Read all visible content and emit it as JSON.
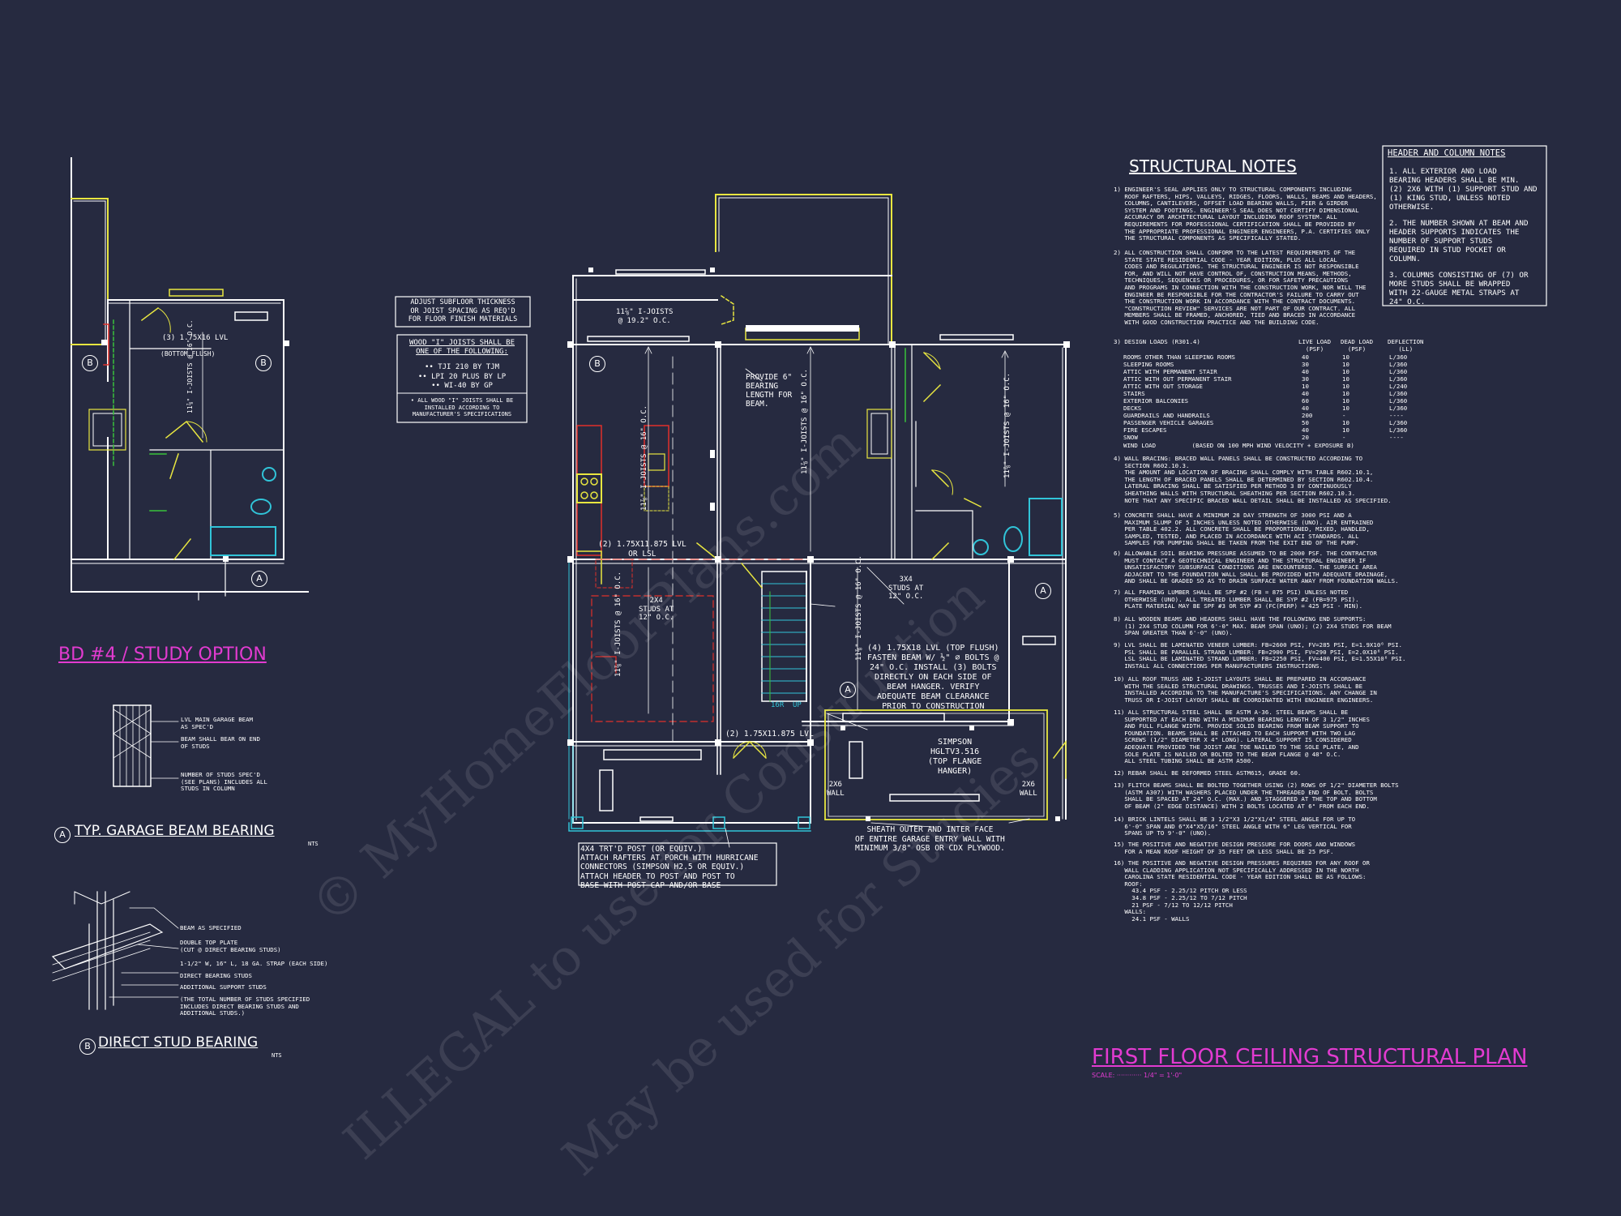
{
  "colors": {
    "background": "#262a40",
    "wall": "#ffffff",
    "accent_yellow": "#e8e640",
    "magenta": "#e23bd0",
    "cyan": "#31c4d8",
    "red": "#e0302a",
    "green": "#39c23a"
  },
  "watermark": {
    "line1": "© MyHomeFloorPlans.com",
    "line2": "ILLEGAL to use for Construction",
    "line3": "May be used for Studies"
  },
  "left_plan": {
    "beam_label": "(3) 1.75x16 LVL",
    "beam_sub": "(BOTTOM FLUSH)",
    "joist_label": "11⅞\" I-JOISTS @ 16\" O.C.",
    "tag_b1": "B",
    "tag_b2": "B",
    "tag_a": "A",
    "title": "BD #4 / STUDY OPTION"
  },
  "detail_a": {
    "note1": "LVL MAIN GARAGE BEAM\nAS SPEC'D",
    "note2": "BEAM SHALL BEAR ON END\nOF STUDS",
    "note3": "NUMBER OF STUDS SPEC'D\n(SEE PLANS) INCLUDES ALL\nSTUDS IN COLUMN",
    "tag": "A",
    "title": "TYP. GARAGE BEAM BEARING",
    "nts": "NTS"
  },
  "detail_b": {
    "note1": "BEAM AS SPECIFIED",
    "note2": "DOUBLE TOP PLATE\n(CUT @ DIRECT BEARING STUDS)",
    "note3": "1-1/2\" W, 16\" L, 18 GA. STRAP (EACH SIDE)",
    "note4": "DIRECT BEARING STUDS",
    "note5": "ADDITIONAL SUPPORT STUDS",
    "note6": "(THE TOTAL NUMBER OF STUDS SPECIFIED\nINCLUDES DIRECT BEARING STUDS AND\nADDITIONAL STUDS.)",
    "tag": "B",
    "title": "DIRECT STUD BEARING",
    "nts": "NTS"
  },
  "subfloor_box": "ADJUST SUBFLOOR THICKNESS\nOR JOIST SPACING AS REQ'D\nFOR FLOOR FINISH MATERIALS",
  "joist_box": {
    "head": "WOOD \"I\" JOISTS SHALL BE\nONE OF THE FOLLOWING:",
    "items": "•• TJI 210 BY TJM\n•• LPI 20 PLUS BY LP\n•• WI-40 BY GP",
    "foot": "• ALL WOOD \"I\" JOISTS SHALL BE\nINSTALLED ACCORDING TO\nMANUFACTURER'S SPECIFICATIONS"
  },
  "main_plan": {
    "joist_top": "11⅞\" I-JOISTS\n@ 19.2\" O.C.",
    "provide_bearing": "PROVIDE 6\"\nBEARING\nLENGTH FOR\nBEAM.",
    "joist_v1": "11⅞\" I-JOISTS @ 16\" O.C.",
    "joist_v2": "11⅞\" I-JOISTS @ 16\" O.C.",
    "joist_v3": "11⅞\" I-JOISTS @ 16\" O.C.",
    "joist_v4": "11⅞\" I-JOISTS @ 16\" O.C.",
    "joist_v5": "11⅞\" I-JOISTS @ 16\" O.C.",
    "beam_2lvl": "(2) 1.75x11.875 LVL\nOR LSL",
    "studs1": "2X4\nSTUDS AT\n12\" O.C.",
    "studs2": "3X4\nSTUDS AT\n12\" O.C.",
    "beam_4lvl": "(4) 1.75x18 LVL (TOP FLUSH)\nFASTEN BEAM w/ ½\" ⌀ BOLTS @\n24\" O.C. INSTALL (3) BOLTS\nDIRECTLY ON EACH SIDE OF\nBEAM HANGER. VERIFY\nADEQUATE BEAM CLEARANCE\nPRIOR TO CONSTRUCTION",
    "beam_2lvl_b": "(2) 1.75x11.875 LVL",
    "simpson": "SIMPSON\nHGLTV3.516\n(TOP FLANGE\nHANGER)",
    "wall_l": "2x6\nWALL",
    "wall_r": "2x6\nWALL",
    "post_note": "4x4 TRT'D POST (OR EQUIV.)\nATTACH RAFTERS AT PORCH WITH HURRICANE\nCONNECTORS (SIMPSON H2.5 OR EQUIV.)\nATTACH HEADER TO POST AND POST TO\nBASE WITH POST CAP AND/OR BASE",
    "sheath_note": "SHEATH OUTER AND INTER FACE\nOF ENTIRE GARAGE ENTRY WALL WITH\nMINIMUM 3/8\" OSB OR CDX PLYWOOD.",
    "tag_b": "B",
    "tag_a1": "A",
    "tag_a2": "A",
    "stair_up": "UP",
    "stair_num": "16R",
    "title": "FIRST FLOOR CEILING STRUCTURAL PLAN",
    "scale": "SCALE: ············ 1/4\" = 1'-0\""
  },
  "structural_notes": {
    "title": "STRUCTURAL NOTES",
    "n1": "1) ENGINEER'S SEAL APPLIES ONLY TO STRUCTURAL COMPONENTS INCLUDING\n   ROOF RAFTERS, HIPS, VALLEYS, RIDGES, FLOORS, WALLS, BEAMS AND HEADERS,\n   COLUMNS, CANTILEVERS, OFFSET LOAD BEARING WALLS, PIER & GIRDER\n   SYSTEM AND FOOTINGS. ENGINEER'S SEAL DOES NOT CERTIFY DIMENSIONAL\n   ACCURACY OR ARCHITECTURAL LAYOUT INCLUDING ROOF SYSTEM. ALL\n   REQUIREMENTS FOR PROFESSIONAL CERTIFICATION SHALL BE PROVIDED BY\n   THE APPROPRIATE PROFESSIONAL ENGINEER ENGINEERS, P.A. CERTIFIES ONLY\n   THE STRUCTURAL COMPONENTS AS SPECIFICALLY STATED.",
    "n2": "2) ALL CONSTRUCTION SHALL CONFORM TO THE LATEST REQUIREMENTS OF THE\n   STATE STATE RESIDENTIAL CODE - YEAR EDITION, PLUS ALL LOCAL\n   CODES AND REGULATIONS. THE STRUCTURAL ENGINEER IS NOT RESPONSIBLE\n   FOR, AND WILL NOT HAVE CONTROL OF, CONSTRUCTION MEANS, METHODS,\n   TECHNIQUES, SEQUENCES OR PROCEDURES, OR FOR SAFETY PRECAUTIONS\n   AND PROGRAMS IN CONNECTION WITH THE CONSTRUCTION WORK, NOR WILL THE\n   ENGINEER BE RESPONSIBLE FOR THE CONTRACTOR'S FAILURE TO CARRY OUT\n   THE CONSTRUCTION WORK IN ACCORDANCE WITH THE CONTRACT DOCUMENTS.\n   \"CONSTRUCTION REVIEW\" SERVICES ARE NOT PART OF OUR CONTRACT. ALL\n   MEMBERS SHALL BE FRAMED, ANCHORED, TIED AND BRACED IN ACCORDANCE\n   WITH GOOD CONSTRUCTION PRACTICE AND THE BUILDING CODE.",
    "loads_head": "3) DESIGN LOADS (R301.4)",
    "loads_cols": [
      "LIVE LOAD\n(PSF)",
      "DEAD LOAD\n(PSF)",
      "DEFLECTION\n(LL)"
    ],
    "loads": [
      [
        "ROOMS OTHER THAN SLEEPING ROOMS",
        "40",
        "10",
        "L/360"
      ],
      [
        "SLEEPING ROOMS",
        "30",
        "10",
        "L/360"
      ],
      [
        "ATTIC WITH PERMANENT STAIR",
        "40",
        "10",
        "L/360"
      ],
      [
        "ATTIC WITH OUT PERMANENT STAIR",
        "30",
        "10",
        "L/360"
      ],
      [
        "ATTIC WITH OUT STORAGE",
        "10",
        "10",
        "L/240"
      ],
      [
        "STAIRS",
        "40",
        "10",
        "L/360"
      ],
      [
        "EXTERIOR BALCONIES",
        "60",
        "10",
        "L/360"
      ],
      [
        "DECKS",
        "40",
        "10",
        "L/360"
      ],
      [
        "GUARDRAILS AND HANDRAILS",
        "200",
        "-",
        "----"
      ],
      [
        "PASSENGER VEHICLE GARAGES",
        "50",
        "10",
        "L/360"
      ],
      [
        "FIRE ESCAPES",
        "40",
        "10",
        "L/360"
      ],
      [
        "SNOW",
        "20",
        "-",
        "----"
      ]
    ],
    "wind": "WIND LOAD          (BASED ON 100 MPH WIND VELOCITY + EXPOSURE B)",
    "n4": "4) WALL BRACING: BRACED WALL PANELS SHALL BE CONSTRUCTED ACCORDING TO\n   SECTION R602.10.3.\n   THE AMOUNT AND LOCATION OF BRACING SHALL COMPLY WITH TABLE R602.10.1,\n   THE LENGTH OF BRACED PANELS SHALL BE DETERMINED BY SECTION R602.10.4.\n   LATERAL BRACING SHALL BE SATISFIED PER METHOD 3 BY CONTINUOUSLY\n   SHEATHING WALLS WITH STRUCTURAL SHEATHING PER SECTION R602.10.3.\n   NOTE THAT ANY SPECIFIC BRACED WALL DETAIL SHALL BE INSTALLED AS SPECIFIED.",
    "n5": "5) CONCRETE SHALL HAVE A MINIMUM 28 DAY STRENGTH OF 3000 PSI AND A\n   MAXIMUM SLUMP OF 5 INCHES UNLESS NOTED OTHERWISE (UNO). AIR ENTRAINED\n   PER TABLE 402.2. ALL CONCRETE SHALL BE PROPORTIONED, MIXED, HANDLED,\n   SAMPLED, TESTED, AND PLACED IN ACCORDANCE WITH ACI STANDARDS. ALL\n   SAMPLES FOR PUMPING SHALL BE TAKEN FROM THE EXIT END OF THE PUMP.",
    "n6": "6) ALLOWABLE SOIL BEARING PRESSURE ASSUMED TO BE 2000 PSF. THE CONTRACTOR\n   MUST CONTACT A GEOTECHNICAL ENGINEER AND THE STRUCTURAL ENGINEER IF\n   UNSATISFACTORY SUBSURFACE CONDITIONS ARE ENCOUNTERED. THE SURFACE AREA\n   ADJACENT TO THE FOUNDATION WALL SHALL BE PROVIDED WITH ADEQUATE DRAINAGE,\n   AND SHALL BE GRADED SO AS TO DRAIN SURFACE WATER AWAY FROM FOUNDATION WALLS.",
    "n7": "7) ALL FRAMING LUMBER SHALL BE SPF #2 (Fb = 875 PSI) UNLESS NOTED\n   OTHERWISE (UNO). ALL TREATED LUMBER SHALL BE SYP #2 (Fb=975 PSI).\n   PLATE MATERIAL MAY BE SPF #3 OR SYP #3 (Fc(perp) = 425 PSI - MIN).",
    "n8": "8) ALL WOODEN BEAMS AND HEADERS SHALL HAVE THE FOLLOWING END SUPPORTS:\n   (1) 2x4 STUD COLUMN FOR 6'-0\" MAX. BEAM SPAN (UNO); (2) 2x4 STUDS FOR BEAM\n   SPAN GREATER THAN 6'-0\" (UNO).",
    "n9": "9) LVL SHALL BE LAMINATED VENEER LUMBER: Fb=2600 PSI, Fv=285 PSI, E=1.9x10⁶ PSI.\n   PSL SHALL BE PARALLEL STRAND LUMBER: Fb=2900 PSI, Fv=290 PSI, E=2.0x10⁶ PSI.\n   LSL SHALL BE LAMINATED STRAND LUMBER: Fb=2250 PSI, Fv=400 PSI, E=1.55x10⁶ PSI.\n   INSTALL ALL CONNECTIONS PER MANUFACTURERS INSTRUCTIONS.",
    "n10": "10) ALL ROOF TRUSS AND I-JOIST LAYOUTS SHALL BE PREPARED IN ACCORDANCE\n   WITH THE SEALED STRUCTURAL DRAWINGS. TRUSSES AND I-JOISTS SHALL BE\n   INSTALLED ACCORDING TO THE MANUFACTURE'S SPECIFICATIONS. ANY CHANGE IN\n   TRUSS OR I-JOIST LAYOUT SHALL BE COORDINATED WITH ENGINEER ENGINEERS.",
    "n11": "11) ALL STRUCTURAL STEEL SHALL BE ASTM A-36. STEEL BEAMS SHALL BE\n   SUPPORTED AT EACH END WITH A MINIMUM BEARING LENGTH OF 3 1/2\" INCHES\n   AND FULL FLANGE WIDTH. PROVIDE SOLID BEARING FROM BEAM SUPPORT TO\n   FOUNDATION. BEAMS SHALL BE ATTACHED TO EACH SUPPORT WITH TWO LAG\n   SCREWS (1/2\" DIAMETER x 4\" LONG). LATERAL SUPPORT IS CONSIDERED\n   ADEQUATE PROVIDED THE JOIST ARE TOE NAILED TO THE SOLE PLATE, AND\n   SOLE PLATE IS NAILED OR BOLTED TO THE BEAM FLANGE @ 48\" O.C.\n   ALL STEEL TUBING SHALL BE ASTM A500.",
    "n12": "12) REBAR SHALL BE DEFORMED STEEL ASTM615, GRADE 60.",
    "n13": "13) FLITCH BEAMS SHALL BE BOLTED TOGETHER USING (2) ROWS OF 1/2\" DIAMETER BOLTS\n   (ASTM A307) WITH WASHERS PLACED UNDER THE THREADED END OF BOLT. BOLTS\n   SHALL BE SPACED AT 24\" O.C. (MAX.) AND STAGGERED AT THE TOP AND BOTTOM\n   OF BEAM (2\" EDGE DISTANCE) WITH 2 BOLTS LOCATED AT 6\" FROM EACH END.",
    "n14": "14) BRICK LINTELS SHALL BE 3 1/2\"x3 1/2\"x1/4\" STEEL ANGLE FOR UP TO\n   6'-0\" SPAN AND 6\"x4\"x5/16\" STEEL ANGLE WITH 6\" LEG VERTICAL FOR\n   SPANS UP TO 9'-0\" (UNO).",
    "n15": "15) THE POSITIVE AND NEGATIVE DESIGN PRESSURE FOR DOORS AND WINDOWS\n   FOR A MEAN ROOF HEIGHT OF 35 FEET OR LESS SHALL BE 25 PSF.",
    "n16": "16) THE POSITIVE AND NEGATIVE DESIGN PRESSURES REQUIRED FOR ANY ROOF OR\n   WALL CLADDING APPLICATION NOT SPECIFICALLY ADDRESSED IN THE NORTH\n   CAROLINA STATE RESIDENTIAL CODE - YEAR EDITION SHALL BE AS FOLLOWS:\n   ROOF:\n     43.4 PSF - 2.25/12 PITCH OR LESS\n     34.8 PSF - 2.25/12 TO 7/12 PITCH\n     21 PSF - 7/12 TO 12/12 PITCH\n   WALLS:\n     24.1 PSF - WALLS"
  },
  "header_notes": {
    "title": "HEADER AND COLUMN NOTES",
    "n1": "1. ALL EXTERIOR AND LOAD\nBEARING HEADERS SHALL BE MIN.\n(2) 2x6 WITH (1) SUPPORT STUD AND\n(1) KING STUD, UNLESS NOTED\nOTHERWISE.",
    "n2": "2. THE NUMBER SHOWN AT BEAM AND\nHEADER SUPPORTS INDICATES THE\nNUMBER OF SUPPORT STUDS\nREQUIRED IN STUD POCKET OR\nCOLUMN.",
    "n3": "3. COLUMNS CONSISTING OF (7) OR\nMORE STUDS SHALL BE WRAPPED\nWITH 22-GAUGE METAL STRAPS AT\n24\" O.C."
  }
}
